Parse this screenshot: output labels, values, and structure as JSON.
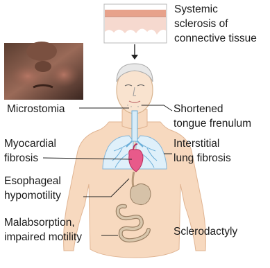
{
  "labels": {
    "systemic_sclerosis": [
      "Systemic",
      "sclerosis of",
      "connective tissue"
    ],
    "microstomia": "Microstomia",
    "shortened_frenulum": [
      "Shortened",
      "tongue frenulum"
    ],
    "myocardial_fibrosis": [
      "Myocardial",
      "fibrosis"
    ],
    "interstitial_fibrosis": [
      "Interstitial",
      "lung fibrosis"
    ],
    "esophageal_hypomotility": [
      "Esophageal",
      "hypomotility"
    ],
    "malabsorption": [
      "Malabsorption,",
      "impaired motility"
    ],
    "sclerodactyly": "Sclerodactyly"
  },
  "colors": {
    "skin": "#f7d9bf",
    "skin_outline": "#e0b492",
    "lung": "#dff0fa",
    "lung_outline": "#86b6d8",
    "bronchi": "#6aaed8",
    "heart": "#e85a8a",
    "gut": "#c9b49a",
    "tissue_top": "#e8a28a",
    "tissue_body": "#f8ddd4"
  },
  "icons": {
    "tissue_sample": "tissue-section-illustration",
    "face_photo": "face-photo-illustration"
  }
}
